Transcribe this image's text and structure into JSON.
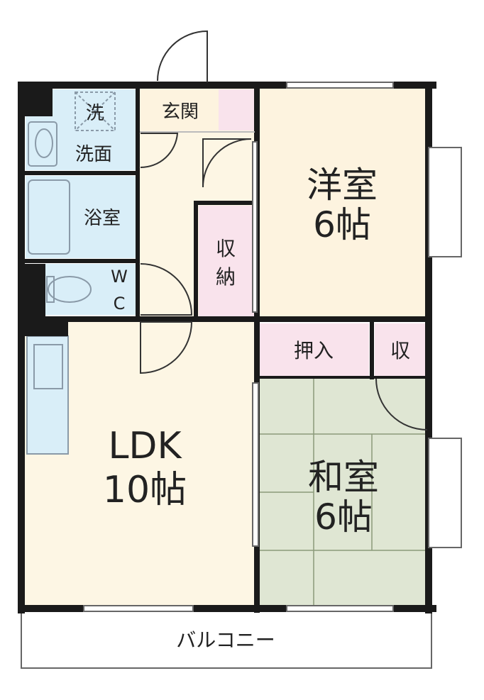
{
  "rooms": {
    "washer": "洗",
    "washroom": "洗面",
    "entrance": "玄関",
    "bathroom": "浴室",
    "wc_line1": "W",
    "wc_line2": "C",
    "storage_v_line1": "収",
    "storage_v_line2": "納",
    "western_name": "洋室",
    "western_size": "6帖",
    "closet": "押入",
    "storage_small": "収",
    "ldk_name": "LDK",
    "ldk_size": "10帖",
    "japanese_name": "和室",
    "japanese_size": "6帖",
    "balcony": "バルコニー"
  },
  "colors": {
    "wall": "#1a1a1a",
    "ldk_floor": "#fdf6e4",
    "western_floor": "#fdf3df",
    "water_area": "#d9eef8",
    "storage": "#f9e3ec",
    "tatami": "#dfe6d3",
    "balcony": "#ffffff"
  }
}
